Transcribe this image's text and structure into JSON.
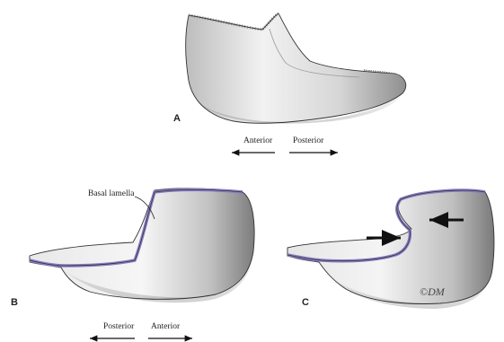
{
  "figure": {
    "panels": [
      {
        "letter": "A",
        "arrows": {
          "left": "Anterior",
          "right": "Posterior"
        }
      },
      {
        "letter": "B",
        "callout": "Basal lamella",
        "arrows": {
          "left": "Posterior",
          "right": "Anterior"
        }
      },
      {
        "letter": "C"
      }
    ],
    "signature": "©DM",
    "colors": {
      "bone_light": "#f4f4f4",
      "bone_mid": "#cfcfcf",
      "bone_dark": "#8e8e8e",
      "mucosa_edge": "#8a7cc4",
      "outline": "#333333"
    }
  }
}
